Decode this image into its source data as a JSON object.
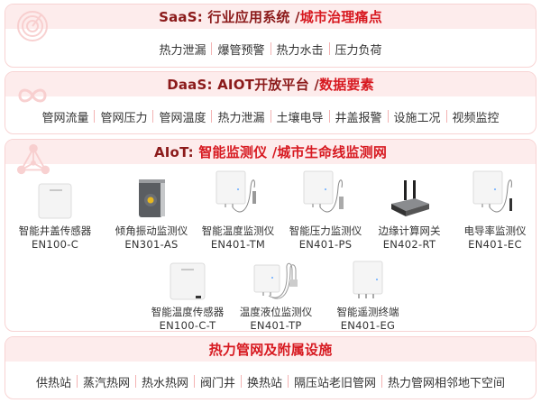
{
  "colors": {
    "accent_red": "#d71920",
    "title_dark": "#8b1a1a",
    "panel_border": "#f8d3d3",
    "panel_header_bg": "#fdecec",
    "separator": "#f3b3b3",
    "text": "#333333"
  },
  "saas": {
    "title_prefix": "SaaS:",
    "title_main": "行业应用系统 / ",
    "title_accent": "城市治理痛点",
    "icon": "radar-icon",
    "tags": [
      "热力泄漏",
      "爆管预警",
      "热力水击",
      "压力负荷"
    ]
  },
  "daas": {
    "title_prefix": "DaaS:",
    "title_main": "AIOT开放平台 / ",
    "title_accent": "数据要素",
    "icon": "infinity-icon",
    "tags": [
      "管网流量",
      "管网压力",
      "管网温度",
      "热力泄漏",
      "土壤电导",
      "井盖报警",
      "设施工况",
      "视频监控"
    ]
  },
  "aiot": {
    "title_prefix": "AIoT:",
    "title_main": "智能监测仪 / ",
    "title_accent": "城市生命线监测网",
    "icon": "network-triangle-icon",
    "devices": [
      {
        "name": "智能井盖传感器",
        "model": "EN100-C",
        "image": "white-box-sensor"
      },
      {
        "name": "倾角振动监测仪",
        "model": "EN301-AS",
        "image": "gray-tilt-sensor"
      },
      {
        "name": "智能温度监测仪",
        "model": "EN401-TM",
        "image": "white-box-probe"
      },
      {
        "name": "智能压力监测仪",
        "model": "EN401-PS",
        "image": "white-box-probe"
      },
      {
        "name": "边缘计算网关",
        "model": "EN402-RT",
        "image": "router-gateway"
      },
      {
        "name": "电导率监测仪",
        "model": "EN401-EC",
        "image": "white-box-probe"
      },
      {
        "name": "智能温度传感器",
        "model": "EN100-C-T",
        "image": "white-box-sensor"
      },
      {
        "name": "温度液位监测仪",
        "model": "EN401-TP",
        "image": "white-box-dual-probe"
      },
      {
        "name": "智能遥测终端",
        "model": "EN401-EG",
        "image": "white-box-terminal"
      }
    ]
  },
  "infra": {
    "title": "热力管网及附属设施",
    "tags": [
      "供热站",
      "蒸汽热网",
      "热水热网",
      "阀门井",
      "换热站",
      "隔压站老旧管网",
      "热力管网相邻地下空间"
    ]
  }
}
